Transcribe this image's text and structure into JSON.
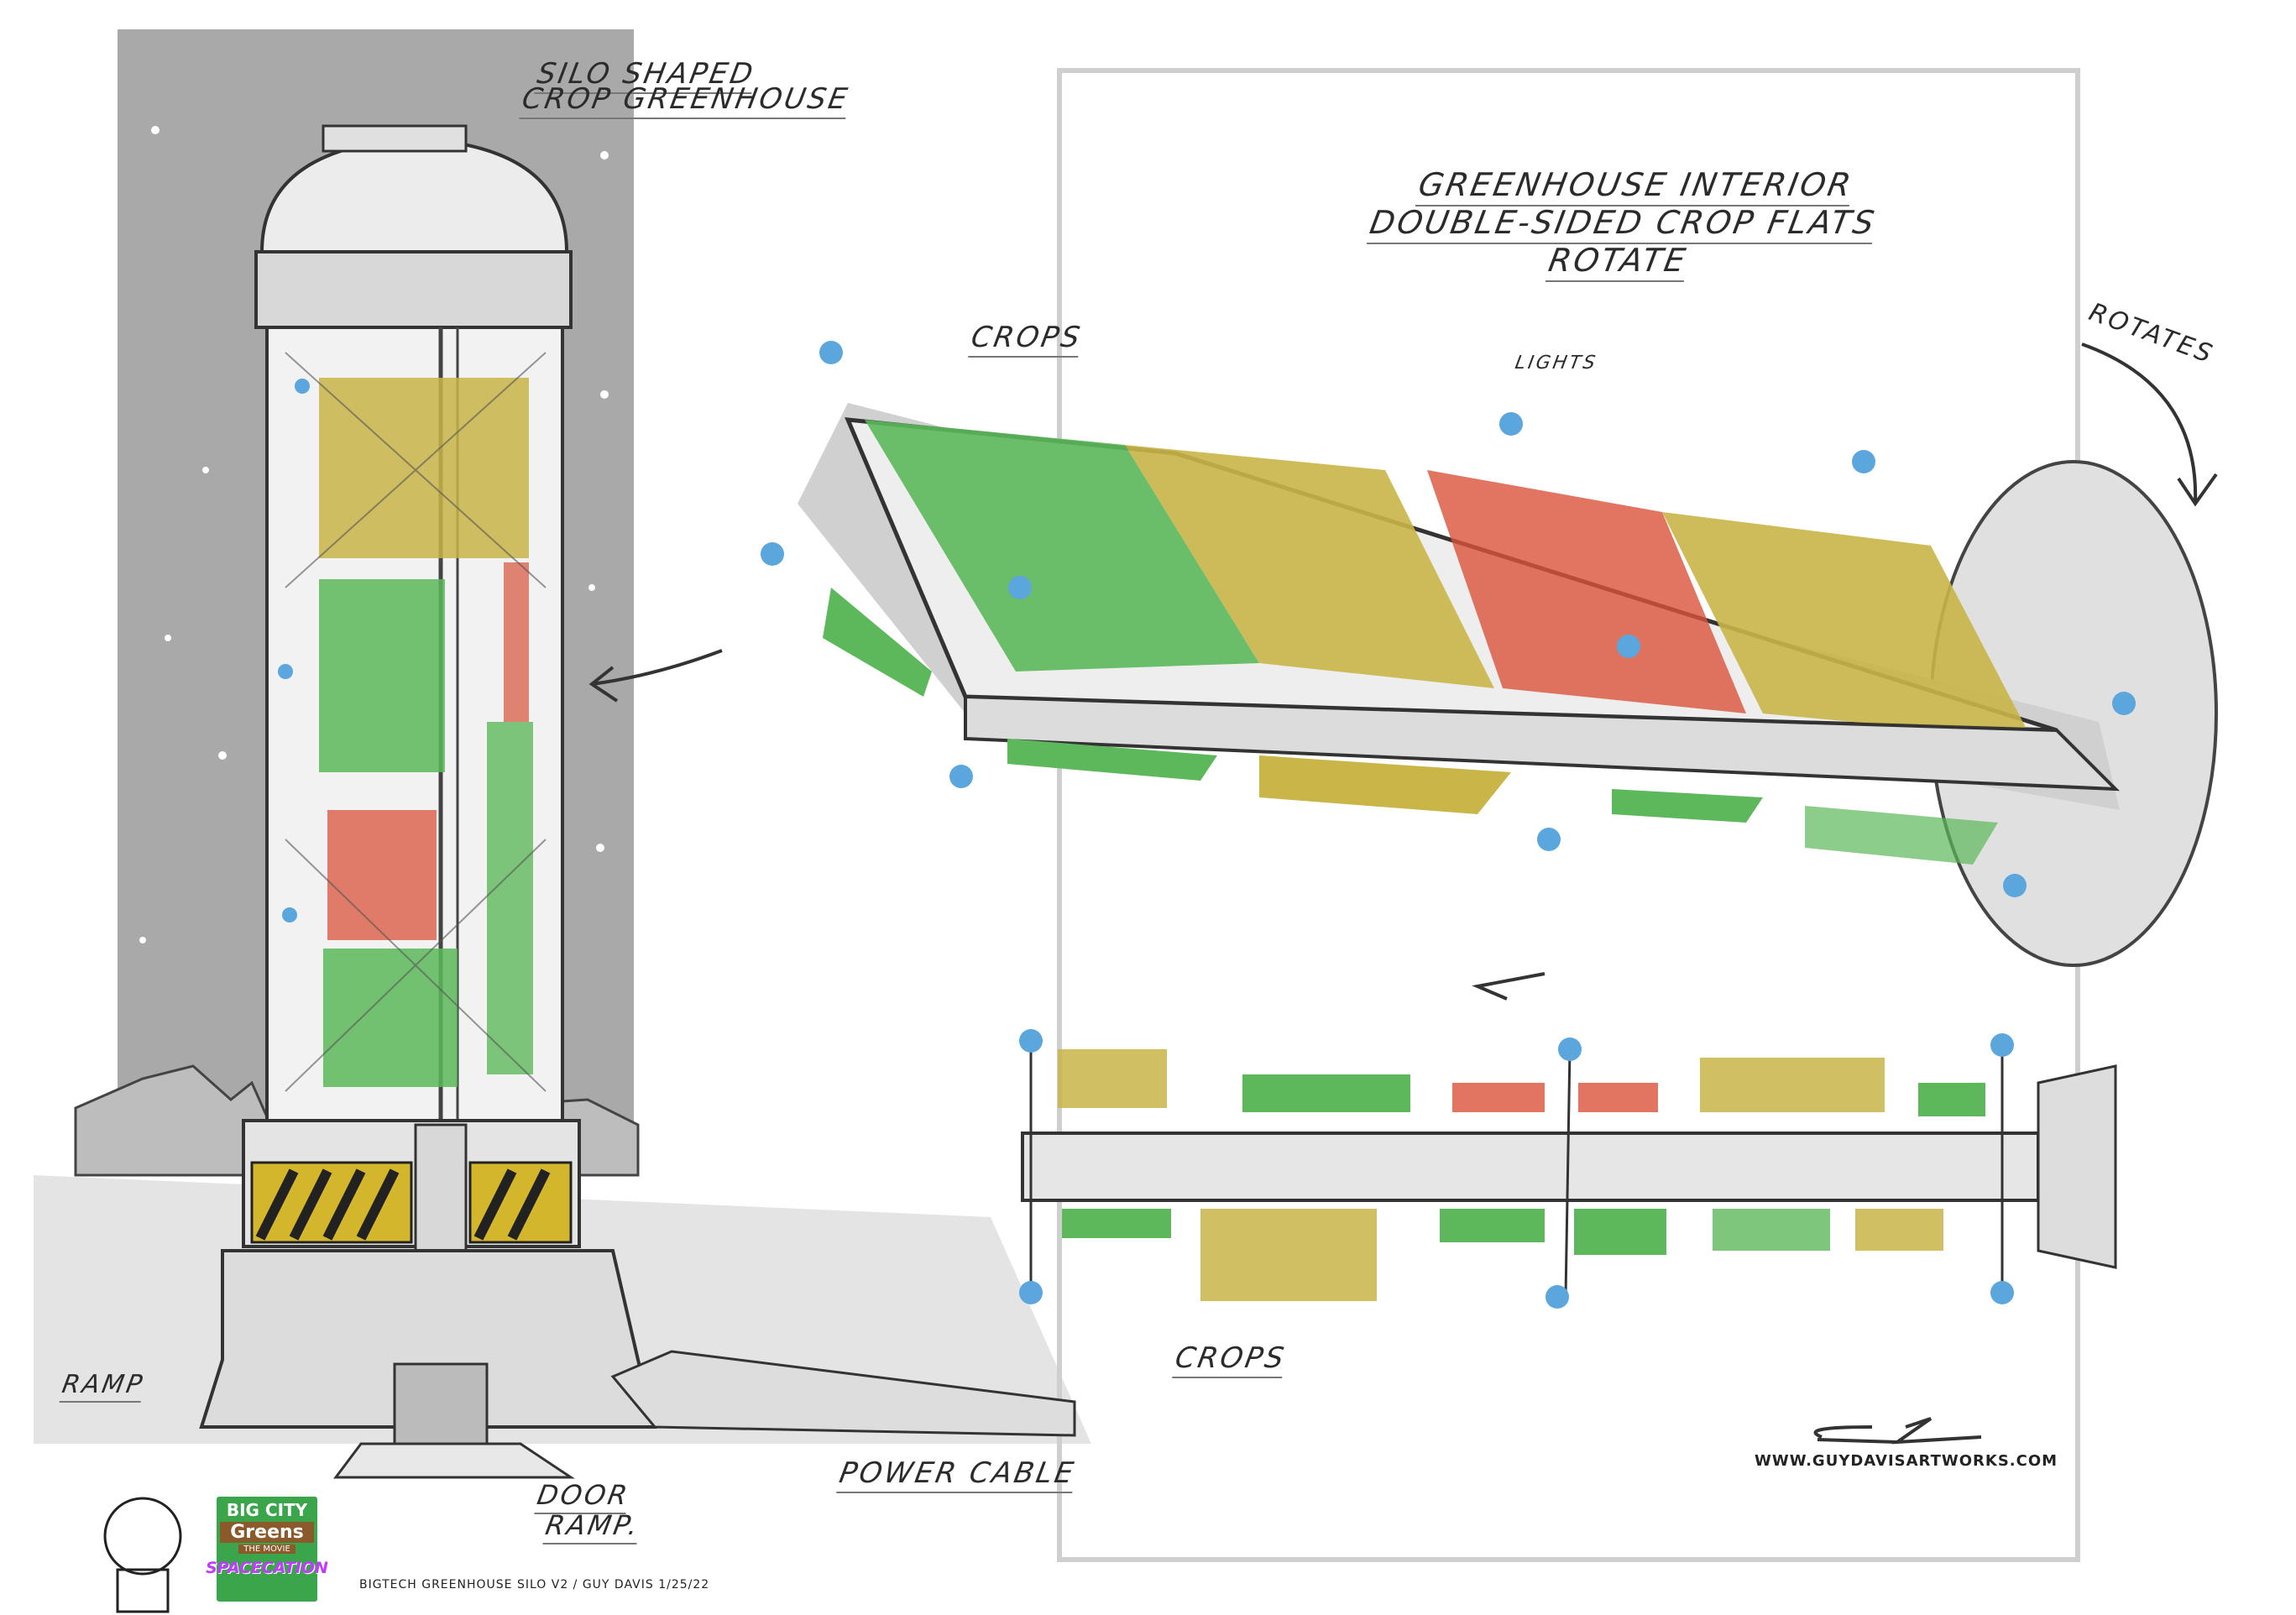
{
  "titles": {
    "silo_line1": "SILO SHAPED",
    "silo_line2": "CROP GREENHOUSE",
    "interior_line1": "GREENHOUSE INTERIOR",
    "interior_line2": "DOUBLE-SIDED CROP FLATS",
    "interior_line3": "ROTATE"
  },
  "labels": {
    "crops_top": "CROPS",
    "lights": "LIGHTS",
    "rotates": "ROTATES",
    "crops_bottom": "CROPS",
    "ramp": "RAMP",
    "door_ramp_line1": "DOOR",
    "door_ramp_line2": "RAMP.",
    "power_cable": "POWER CABLE"
  },
  "credits": {
    "website": "WWW.GUYDAVISARTWORKS.COM",
    "caption": "BIGTECH GREENHOUSE SILO V2 / GUY DAVIS 1/25/22"
  },
  "logo": {
    "line1": "BIG CITY",
    "line2": "Greens",
    "line3": "THE MOVIE",
    "line4": "SPACECATION"
  },
  "colors": {
    "sky": "#a9a9a9",
    "crop_green": "#5cb85a",
    "crop_yellow": "#c9b548",
    "crop_red": "#d9533b",
    "light_blue": "#5aa6dd",
    "hazard_yellow": "#d4b62c"
  }
}
